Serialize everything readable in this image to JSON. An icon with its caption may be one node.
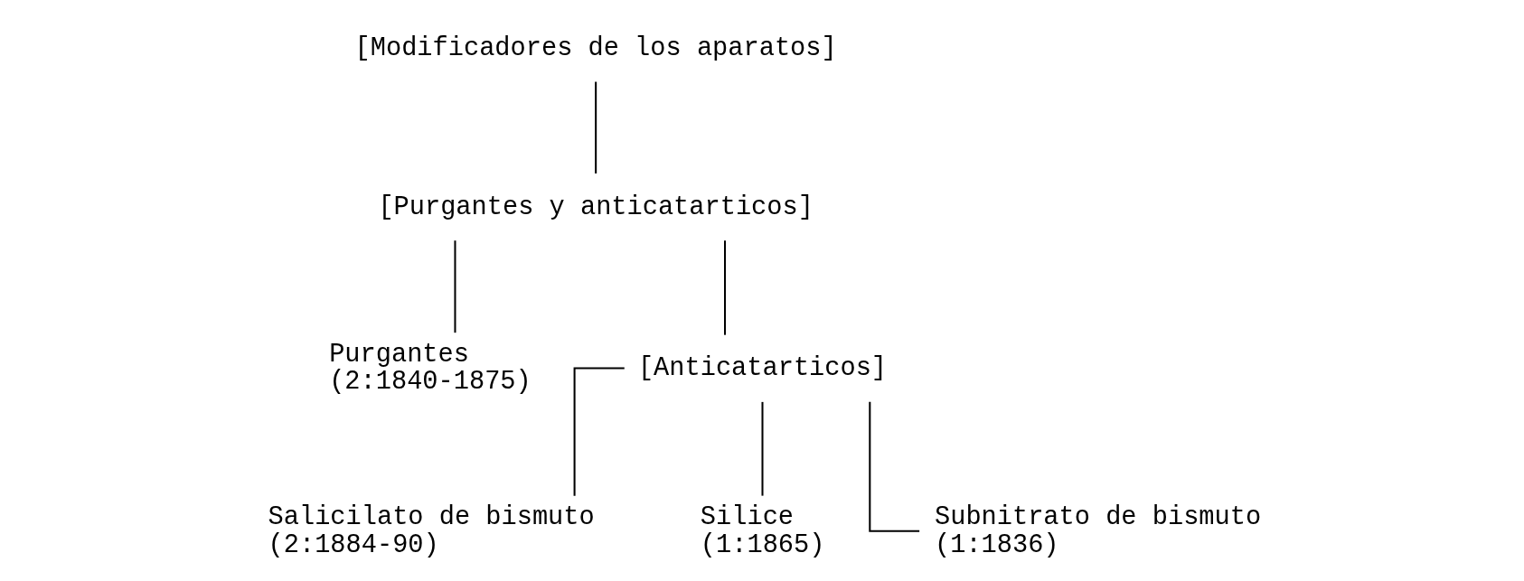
{
  "diagram": {
    "nodes": [
      {
        "text": [
          "[Modificadores de los aparatos]"
        ]
      },
      {
        "text": [
          "[Purgantes y anticatarticos]"
        ]
      },
      {
        "text": [
          "Purgantes",
          "(2:1840-1875)"
        ]
      },
      {
        "text": [
          "[Anticatarticos]"
        ]
      },
      {
        "text": [
          "Salicilato de bismuto",
          "(2:1884-90)"
        ]
      },
      {
        "text": [
          "Silice",
          "(1:1865)"
        ]
      },
      {
        "text": [
          "Subnitrato de bismuto",
          "(1:1836)"
        ]
      }
    ],
    "edges": [
      {
        "from": 0,
        "to": 1,
        "arrow": "none"
      },
      {
        "from": 1,
        "to": 2,
        "arrow": "none"
      },
      {
        "from": 1,
        "to": 3,
        "arrow": "none"
      },
      {
        "from": 3,
        "to": 4,
        "arrow": "none"
      },
      {
        "from": 3,
        "to": 5,
        "arrow": "none"
      },
      {
        "from": 3,
        "to": 6,
        "arrow": "none"
      }
    ]
  }
}
